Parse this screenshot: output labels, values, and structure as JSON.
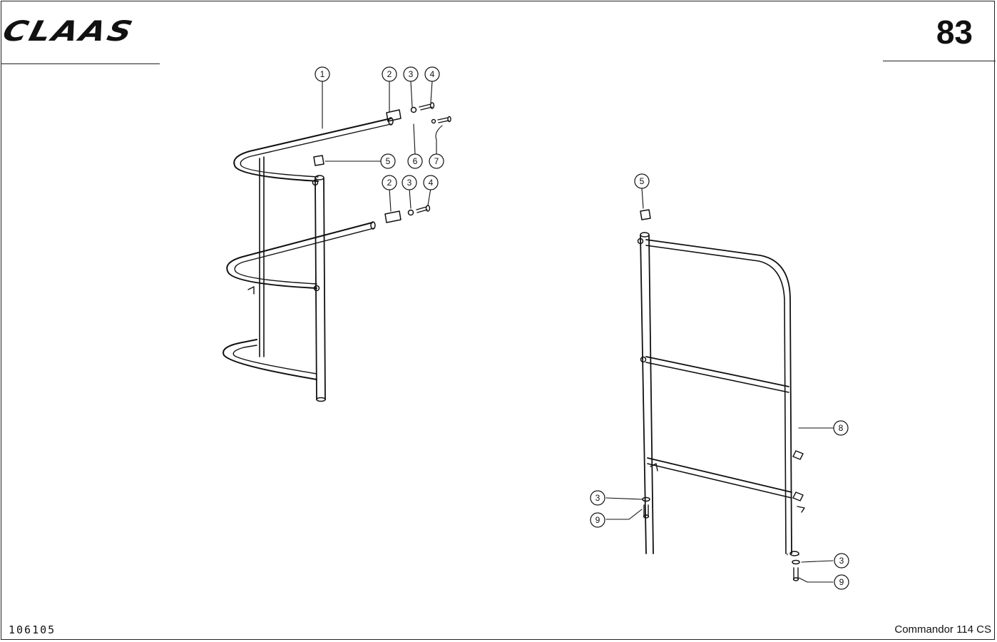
{
  "header": {
    "brand": "CLAAS",
    "page_number": "83"
  },
  "footer": {
    "doc_number": "106105",
    "model": "Commandor 114 CS"
  },
  "callouts": {
    "c1": "1",
    "c2a": "2",
    "c3a": "3",
    "c4a": "4",
    "c5a": "5",
    "c6": "6",
    "c7": "7",
    "c2b": "2",
    "c3b": "3",
    "c4b": "4",
    "c5b": "5",
    "c8": "8",
    "c3c": "3",
    "c9a": "9",
    "c3d": "3",
    "c9b": "9"
  }
}
